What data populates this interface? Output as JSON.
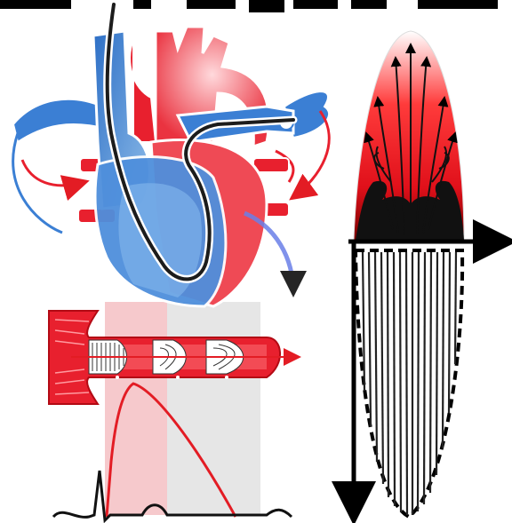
{
  "colors": {
    "artery_red": "#e8202e",
    "artery_light": "#f7b4bb",
    "vein_blue": "#3b7fd4",
    "vein_light": "#a9cdf2",
    "catheter_dark": "#1c1c1c",
    "panel_pink": "#f6c9cc",
    "panel_gray": "#e4e4e4",
    "ecg_black": "#111111",
    "flow_red": "#e31c24",
    "axis_black": "#000000"
  },
  "icons": [
    "heart-illustration",
    "catheter-line",
    "blood-vessel-cross-section",
    "arrow-right",
    "arrow-down"
  ],
  "flow_curve": {
    "type": "area",
    "description_shown": false
  }
}
